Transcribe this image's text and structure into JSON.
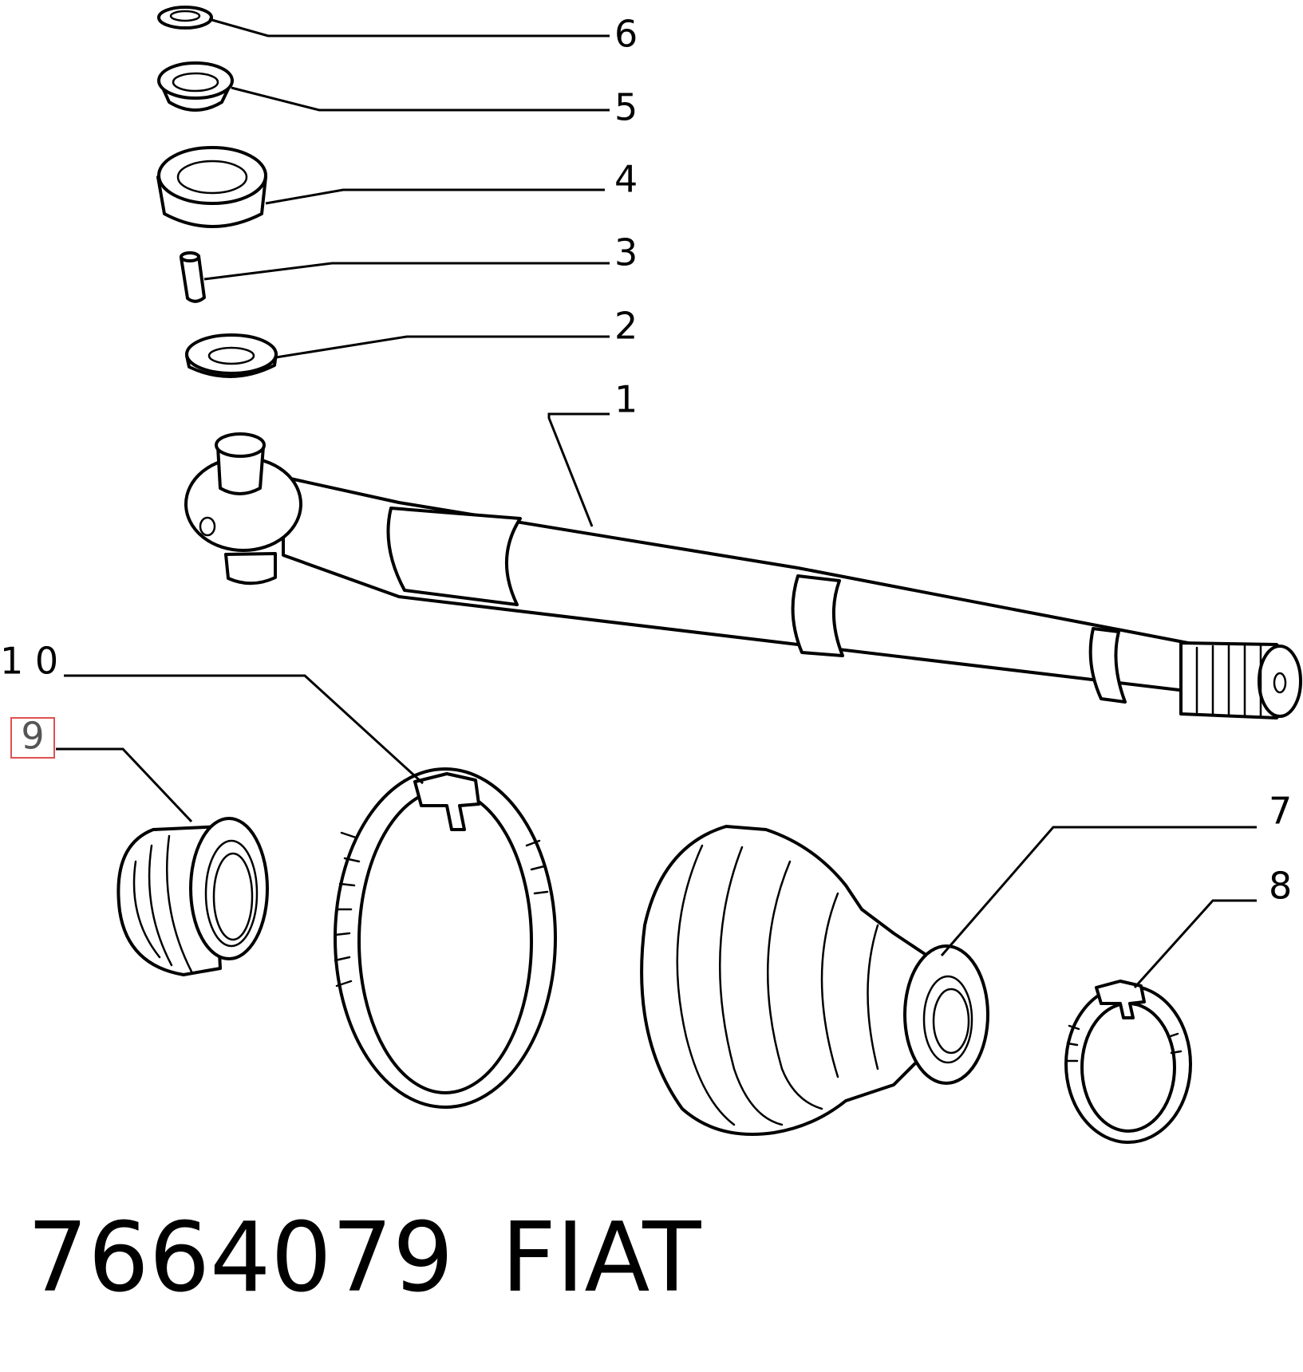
{
  "callouts": {
    "c1": "1",
    "c2": "2",
    "c3": "3",
    "c4": "4",
    "c5": "5",
    "c6": "6",
    "c7": "7",
    "c8": "8",
    "c9": "9",
    "c10": "1 0"
  },
  "highlighted_callout": "9",
  "footer": {
    "part_number": "7664079",
    "brand": "FIAT"
  }
}
